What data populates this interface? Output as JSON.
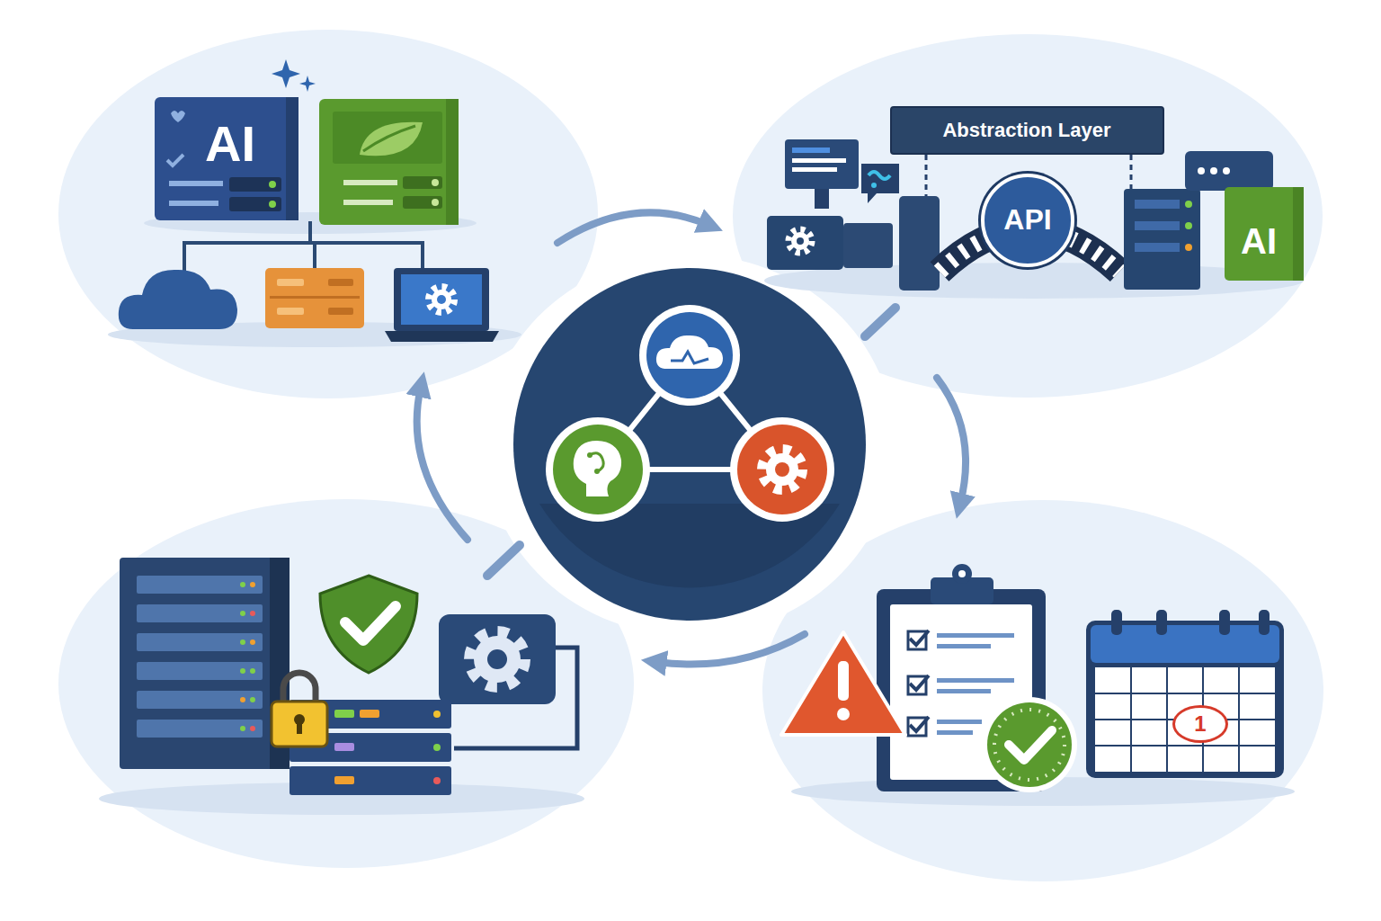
{
  "diagram": {
    "nodes": [
      {
        "text": [
          "AI"
        ]
      },
      {
        "text": [
          "Abstraction Layer"
        ]
      },
      {
        "text": [
          "API"
        ]
      },
      {
        "text": [
          "AI"
        ]
      },
      {
        "text": [
          "1"
        ]
      }
    ]
  }
}
